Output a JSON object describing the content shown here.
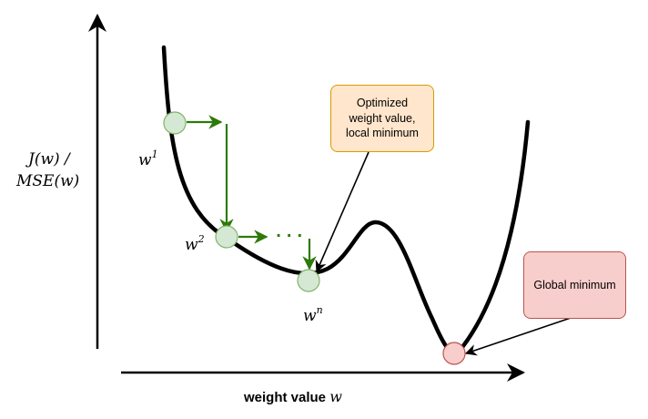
{
  "yaxis": {
    "line1": "J(w) /",
    "line2": "MSE(w)"
  },
  "xaxis": {
    "prefix": "weight value ",
    "variable": "w"
  },
  "points": {
    "w1": {
      "base": "w",
      "sup": "1"
    },
    "w2": {
      "base": "w",
      "sup": "2"
    },
    "wn": {
      "base": "w",
      "sup": "n"
    }
  },
  "ellipsis": "· · ·",
  "callouts": {
    "local": "Optimized\nweight value,\nlocal minimum",
    "global": "Global minimum"
  },
  "colors": {
    "step_arrow": "#2d7a0a",
    "point_fill": "#d5e8d4",
    "point_stroke": "#82b366",
    "global_point_fill": "#f8cecc",
    "global_point_stroke": "#b85450",
    "local_callout_fill": "#ffe6cc",
    "local_callout_stroke": "#d79b00"
  }
}
